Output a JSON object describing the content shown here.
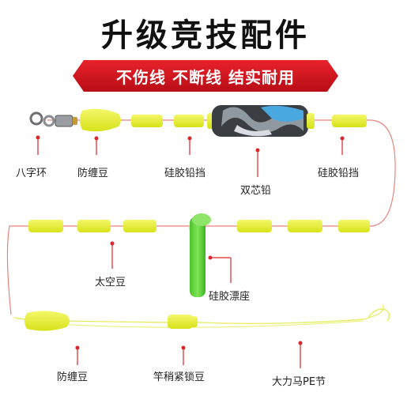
{
  "header": {
    "title": "升级竞技配件",
    "banner": "不伤线 不断线 结实耐用"
  },
  "labels": {
    "swivel": "八字环",
    "anti_tangle_bean_1": "防缠豆",
    "silicone_stopper_1": "硅胶铅挡",
    "sinker": "双芯铅",
    "silicone_stopper_2": "硅胶铅挡",
    "space_bean": "太空豆",
    "float_seat": "硅胶漂座",
    "anti_tangle_bean_2": "防缠豆",
    "rod_lock_bean": "竿稍紧锁豆",
    "pe_connector": "大力马PE节"
  },
  "colors": {
    "banner_red": "#d0101b",
    "line_red": "#e8857a",
    "bead_yellow": "#e6ef2a",
    "float_green": "#5fd23a",
    "marker_red": "#d9262b",
    "pe_line": "#e9ee6a"
  }
}
